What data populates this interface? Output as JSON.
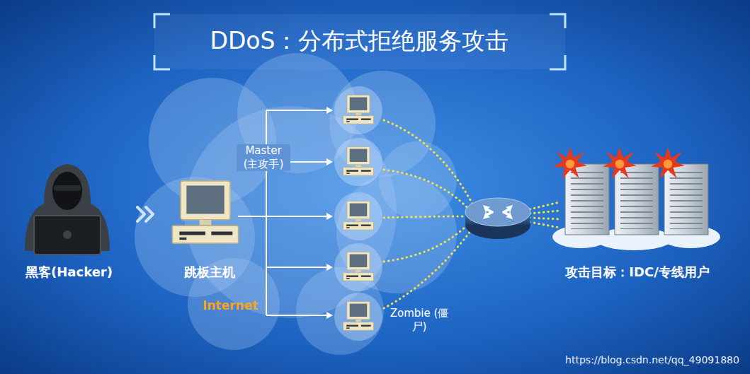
{
  "diagram": {
    "title": "DDoS：分布式拒绝服务攻击",
    "nodes": [
      {
        "text": [
          "黑客(Hacker)"
        ]
      },
      {
        "text": [
          "跳板主机"
        ]
      },
      {
        "text": [
          "攻击目标：IDC/专线用户"
        ]
      }
    ],
    "edges": [
      {
        "from": 0,
        "to": 1,
        "arrow": "to"
      }
    ],
    "labels": [
      "Master (主攻手)",
      "Internet",
      "Zombie (僵尸)",
      "https://blog.csdn.net/qq_49091880"
    ]
  }
}
